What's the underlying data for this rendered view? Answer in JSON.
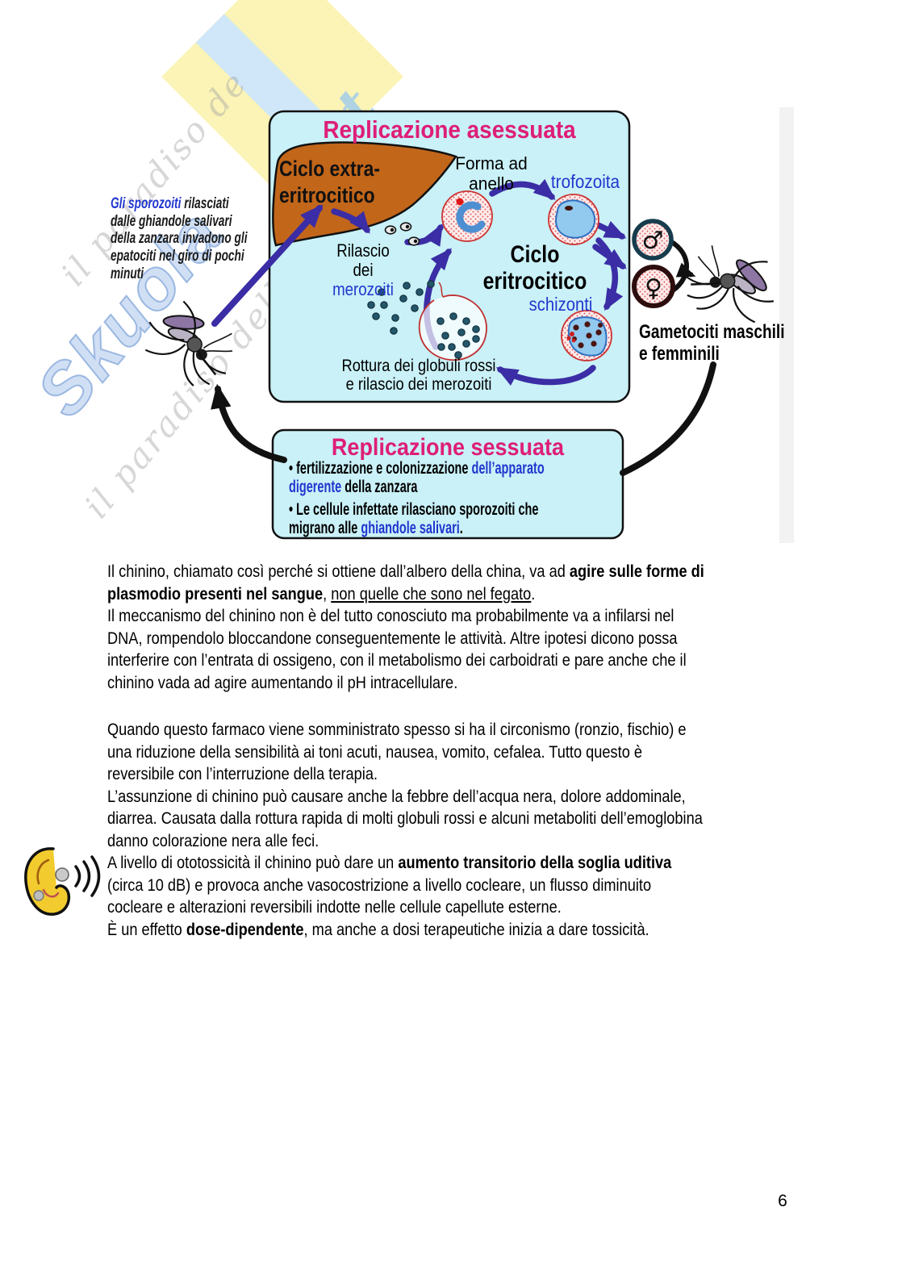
{
  "colors": {
    "accent_magenta": "#DE1E78",
    "label_blue": "#2136CF",
    "arrow_purple": "#3B2DA5",
    "box_cyan": "#C9F1F7",
    "liver_brown": "#C2661A",
    "cell_red": "#CC3333",
    "blob_blue": "#92C9EF",
    "merozoite_teal": "#24566B",
    "ear_yellow": "#F2CC2E"
  },
  "watermark": {
    "brand": "Skuola",
    "brand_suffix": "net",
    "tagline_fragment_top": "il paradiso de",
    "tagline_fragment_bottom": "il paradiso dell"
  },
  "diagram": {
    "asexual_title": "Replicazione asessuata",
    "liver_label": [
      {
        "lines": [
          [
            "Ciclo extra-"
          ],
          [
            "eritrocitico"
          ]
        ]
      }
    ],
    "ring_form_label": [
      {
        "lines": [
          [
            "Forma ad"
          ],
          [
            "anello"
          ]
        ]
      }
    ],
    "trophozoite_label": "trofozoita",
    "cycle_label": [
      {
        "lines": [
          [
            "Ciclo"
          ],
          [
            "eritrocitico"
          ]
        ]
      }
    ],
    "schizont_label": "schizonti",
    "release_label": [
      {
        "lines": [
          [
            "Rilascio"
          ],
          [
            "dei"
          ],
          [
            {
              "t": "merozoiti",
              "c": "bl"
            }
          ]
        ]
      }
    ],
    "rupture_label": [
      {
        "lines": [
          [
            "Rottura dei globuli rossi"
          ],
          [
            "e rilascio dei merozoiti"
          ]
        ]
      }
    ],
    "gametocytes_label": [
      {
        "lines": [
          [
            "Gametociti maschili"
          ],
          [
            "e femminili"
          ]
        ]
      }
    ],
    "male_symbol": "♂",
    "female_symbol": "♀",
    "sporozoite_note": [
      {
        "lines": [
          [
            {
              "t": "Gli sporozoiti",
              "c": "bl"
            },
            {
              "t": " rilasciati",
              "c": ""
            }
          ],
          [
            "dalle ghiandole salivari"
          ],
          [
            "della zanzara invadono gli"
          ],
          [
            "epatociti nel giro di pochi"
          ],
          [
            "minuti"
          ]
        ]
      }
    ],
    "sexual_title": "Replicazione sessuata",
    "sexual_bullets": [
      {
        "lines": [
          [
            {
              "t": "• fertilizzazione e colonizzazione ",
              "c": ""
            },
            {
              "t": "dell’apparato",
              "c": "bl"
            }
          ],
          [
            {
              "t": "digerente",
              "c": "bl"
            },
            {
              "t": " della zanzara",
              "c": ""
            }
          ]
        ]
      },
      {
        "lines": [
          [
            "• Le cellule infettate rilasciano sporozoiti che"
          ],
          [
            {
              "t": "migrano alle ",
              "c": ""
            },
            {
              "t": "ghiandole salivari",
              "c": "bl"
            },
            {
              "t": ".",
              "c": ""
            }
          ]
        ]
      }
    ]
  },
  "body": {
    "paragraphs": [
      {
        "lines": [
          [
            {
              "t": "Il chinino, chiamato così perché si ottiene dall’albero della china, va ad ",
              "c": ""
            },
            {
              "t": "agire sulle forme di",
              "c": "b"
            }
          ],
          [
            {
              "t": "plasmodio presenti nel sangue",
              "c": "b"
            },
            {
              "t": ", ",
              "c": ""
            },
            {
              "t": "non quelle che sono nel fegato",
              "c": "u"
            },
            {
              "t": ".",
              "c": ""
            }
          ],
          [
            "Il meccanismo del chinino non è del tutto conosciuto ma probabilmente va a infilarsi nel"
          ],
          [
            "DNA, rompendolo bloccandone conseguentemente le attività. Altre ipotesi dicono possa"
          ],
          [
            "interferire con l’entrata di ossigeno, con il metabolismo dei carboidrati e pare anche che il"
          ],
          [
            "chinino vada ad agire aumentando il pH intracellulare."
          ]
        ]
      },
      {
        "lines": [
          [
            "Quando questo farmaco viene somministrato spesso si ha il circonismo (ronzio, fischio) e"
          ],
          [
            "una riduzione della sensibilità ai toni acuti, nausea, vomito, cefalea. Tutto questo è"
          ],
          [
            "reversibile con l’interruzione della terapia."
          ],
          [
            "L’assunzione di chinino può causare anche la febbre dell’acqua nera, dolore addominale,"
          ],
          [
            "diarrea. Causata dalla rottura rapida di molti globuli rossi e alcuni metaboliti dell’emoglobina"
          ],
          [
            "danno colorazione nera alle feci."
          ],
          [
            {
              "t": "A livello di ototossicità il chinino può dare un ",
              "c": ""
            },
            {
              "t": "aumento transitorio della soglia uditiva",
              "c": "b"
            }
          ],
          [
            "(circa 10 dB) e provoca anche vasocostrizione a livello cocleare, un flusso diminuito"
          ],
          [
            "cocleare e alterazioni reversibili indotte nelle cellule capellute esterne."
          ],
          [
            {
              "t": "È un effetto ",
              "c": ""
            },
            {
              "t": "dose-dipendente",
              "c": "b"
            },
            {
              "t": ", ma anche a dosi terapeutiche inizia a dare tossicità.",
              "c": ""
            }
          ]
        ]
      }
    ]
  },
  "page": {
    "number": "6"
  }
}
